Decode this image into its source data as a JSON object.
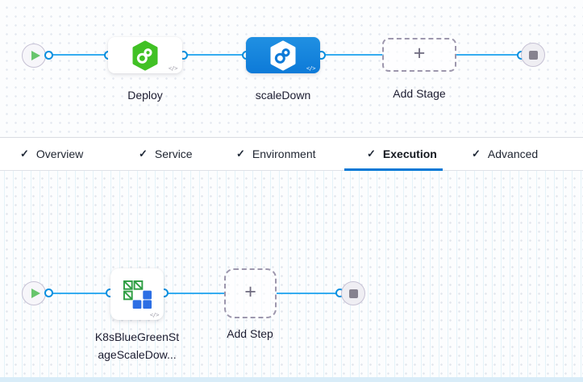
{
  "colors": {
    "connector_line": "#35acf0",
    "connector_ring": "#0a8fdf",
    "selected_stage_bg": "#0d7ad8",
    "deploy_icon_green": "#41c125",
    "k8s_green": "#2f9e44",
    "k8s_blue": "#2d6fe4",
    "active_tab_underline": "#0278d5"
  },
  "stage_canvas": {
    "stages": [
      {
        "label": "Deploy",
        "icon": "cd-hexagon-icon",
        "selected": false,
        "code_icon": "</>"
      },
      {
        "label": "scaleDown",
        "icon": "cd-hexagon-icon",
        "selected": true,
        "code_icon": "</>"
      }
    ],
    "add_stage": {
      "label": "Add Stage",
      "plus": "+"
    }
  },
  "tab_bar": {
    "tabs": [
      {
        "label": "Overview",
        "check": "✓",
        "active": false
      },
      {
        "label": "Service",
        "check": "✓",
        "active": false
      },
      {
        "label": "Environment",
        "check": "✓",
        "active": false
      },
      {
        "label": "Execution",
        "check": "✓",
        "active": true
      },
      {
        "label": "Advanced",
        "check": "✓",
        "active": false
      }
    ]
  },
  "step_canvas": {
    "steps": [
      {
        "full_label": "K8sBlueGreenStageScaleDow...",
        "label_line1": "K8sBlueGreenSt",
        "label_line2": "ageScaleDow...",
        "icon": "k8s-bluegreen-icon",
        "code_icon": "</>"
      }
    ],
    "add_step": {
      "label": "Add Step",
      "plus": "+"
    }
  }
}
